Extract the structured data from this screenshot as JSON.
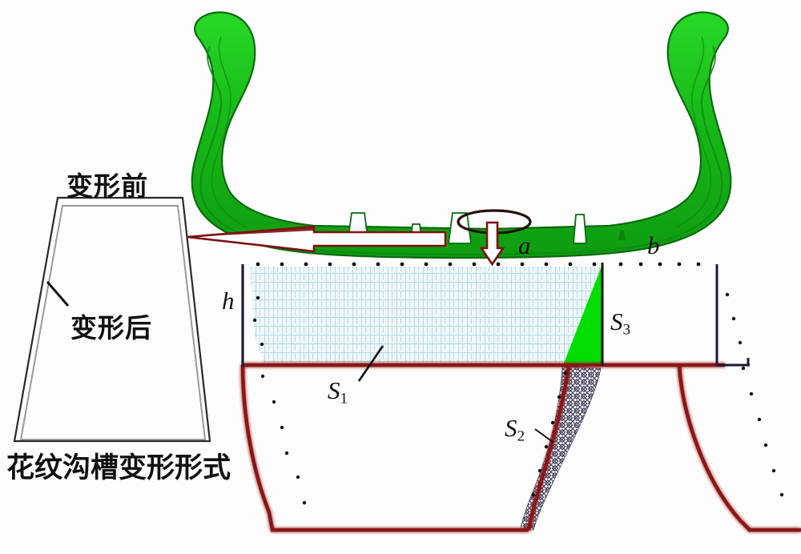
{
  "figure": {
    "title_visible": false,
    "background": "#fdfdfd"
  },
  "colors": {
    "tire_green": "#22cc22",
    "tire_green_dark": "#0d8a12",
    "tire_outline": "#0a5c0a",
    "groove_wall_red": "#8b1414",
    "callout_red": "#7d1212",
    "axis_navy": "#1b1b3a",
    "hatch_blue": "#9dc8d8",
    "hatch_fill": "#eaf6fa",
    "s3_green": "#00dd00",
    "s2_hatch": "#3a3a55",
    "text_black": "#111111",
    "trapezoid_outer": "#2a2a2a",
    "trapezoid_inner": "#9a9a9a"
  },
  "left_panel": {
    "title_label": "变形前",
    "inner_label": "变形后",
    "caption": "花纹沟槽变形形式",
    "shapes": {
      "outer_trapezoid_name": "before-deformation-outline",
      "inner_trapezoid_name": "after-deformation-outline",
      "leader_line_name": "after-deformation-leader"
    }
  },
  "tire": {
    "name": "tire-cross-section",
    "description": "deformed tire carcass cross-section, green",
    "contact_highlight_name": "contact-groove-highlight-ellipse",
    "load_arrow_name": "vertical-load-arrow"
  },
  "callout": {
    "name": "zoom-callout-block-arrow",
    "direction": "left"
  },
  "groove_diagram": {
    "axis_h_label": "h",
    "width_label_a": "a",
    "width_label_b": "b",
    "region_labels": {
      "s1": "S",
      "s1_sub": "1",
      "s2": "S",
      "s2_sub": "2",
      "s3": "S",
      "s3_sub": "3"
    },
    "regions": [
      {
        "id": "S1",
        "label": "S1",
        "fill": "grid-hatch-light-blue",
        "meaning": "tread block contact area"
      },
      {
        "id": "S2",
        "label": "S2",
        "fill": "herringbone-cross-hatch",
        "meaning": "groove wall deformation area"
      },
      {
        "id": "S3",
        "label": "S3",
        "fill": "solid-green",
        "meaning": "groove shoulder deformation area"
      }
    ],
    "axis_markers": {
      "left_axis_name": "height-axis-h",
      "right_axis_name": "right-reference-axis"
    }
  },
  "chart_data": {
    "type": "diagram",
    "title": "花纹沟槽变形形式",
    "annotations": [
      "变形前",
      "变形后",
      "h",
      "a",
      "b",
      "S1",
      "S2",
      "S3"
    ]
  }
}
